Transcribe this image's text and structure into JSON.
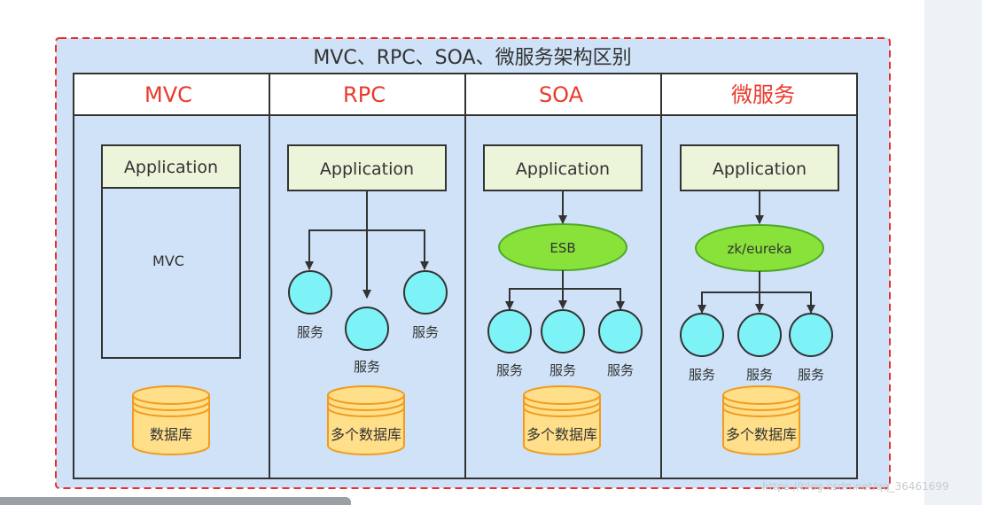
{
  "diagram": {
    "title": "MVC、RPC、SOA、微服务架构区别",
    "columns": [
      {
        "header": "MVC",
        "app": "Application",
        "inner": "MVC",
        "db": "数据库"
      },
      {
        "header": "RPC",
        "app": "Application",
        "services": [
          "服务",
          "服务",
          "服务"
        ],
        "db": "多个数据库"
      },
      {
        "header": "SOA",
        "app": "Application",
        "hub": "ESB",
        "services": [
          "服务",
          "服务",
          "服务"
        ],
        "db": "多个数据库"
      },
      {
        "header": "微服务",
        "app": "Application",
        "hub": "zk/eureka",
        "services": [
          "服务",
          "服务",
          "服务"
        ],
        "db": "多个数据库"
      }
    ]
  },
  "watermark": "https://blog.csdn.net/qq_36461699",
  "colors": {
    "panel_bg": "#cfe2f7",
    "dashed_border": "#e8302a",
    "header_text": "#ea3a2c",
    "app_box": "#ecf5d9",
    "service_node": "#7ef3f7",
    "hub": "#88e23a",
    "db_fill": "#ffdf8a",
    "db_stroke": "#f29b1d"
  }
}
